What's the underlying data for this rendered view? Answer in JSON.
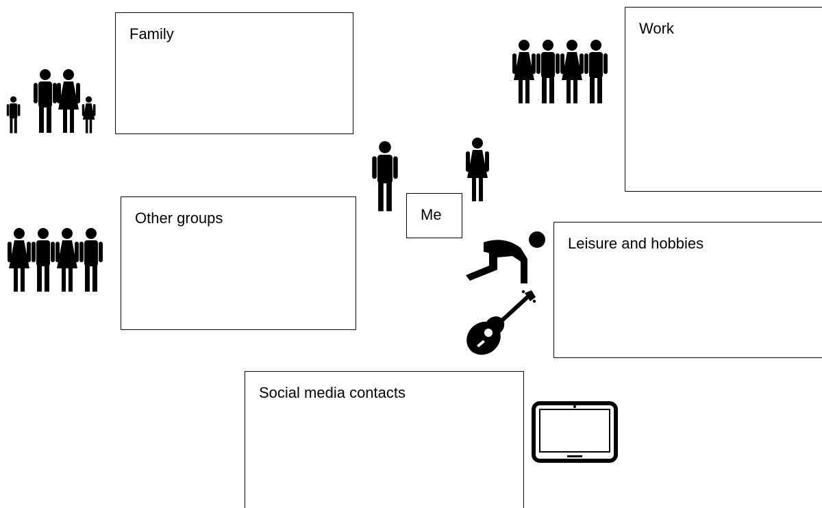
{
  "boxes": {
    "family": "Family",
    "work": "Work",
    "other_groups": "Other groups",
    "me": "Me",
    "leisure": "Leisure and hobbies",
    "social_media": "Social media contacts"
  },
  "icons": {
    "family": "family-group-icon",
    "work": "work-group-icon",
    "other_groups": "people-group-icon",
    "me_man": "man-icon",
    "me_woman": "woman-icon",
    "leisure_exercise": "person-exercising-icon",
    "leisure_guitar": "guitar-icon",
    "social_media": "tablet-icon"
  },
  "colors": {
    "ink": "#000000",
    "background": "#ffffff"
  }
}
